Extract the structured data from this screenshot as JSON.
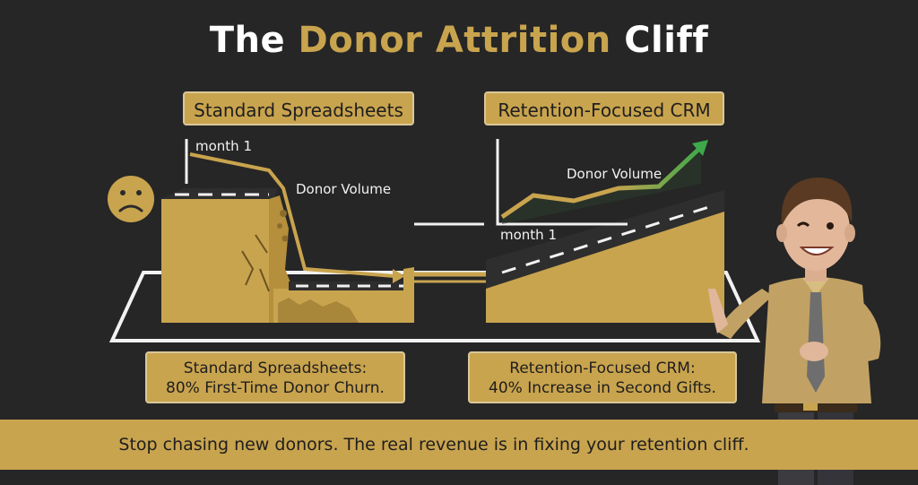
{
  "title": {
    "part1": "The",
    "part2": "Donor Attrition",
    "part3": "Cliff"
  },
  "left_panel": {
    "label": "Standard Spreadsheets",
    "axis_label": "month 1",
    "line_label": "Donor Volume",
    "caption_line1": "Standard Spreadsheets:",
    "caption_line2": "80% First-Time Donor Churn."
  },
  "right_panel": {
    "label": "Retention-Focused CRM",
    "axis_label": "month 1",
    "line_label": "Donor Volume",
    "caption_line1": "Retention-Focused CRM:",
    "caption_line2": "40% Increase in Second Gifts."
  },
  "banner": {
    "text": "Stop chasing new donors. The real revenue is in fixing your retention cliff."
  },
  "colors": {
    "background": "#262626",
    "gold": "#c9a44e",
    "growth_green": "#3ea84a"
  },
  "icons": {
    "sad_face": "sad-face-icon",
    "presenter": "presenter-illustration"
  }
}
